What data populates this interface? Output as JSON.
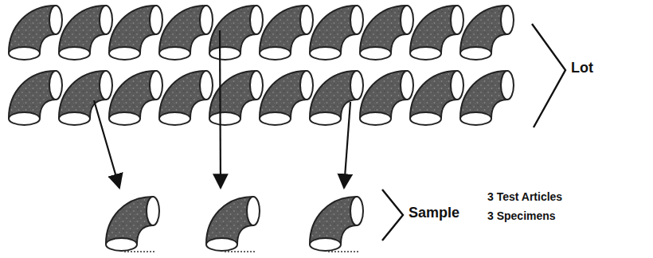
{
  "diagram": {
    "labels": [
      "Lot",
      "Sample",
      "3 Test Articles",
      "3 Specimens"
    ]
  }
}
